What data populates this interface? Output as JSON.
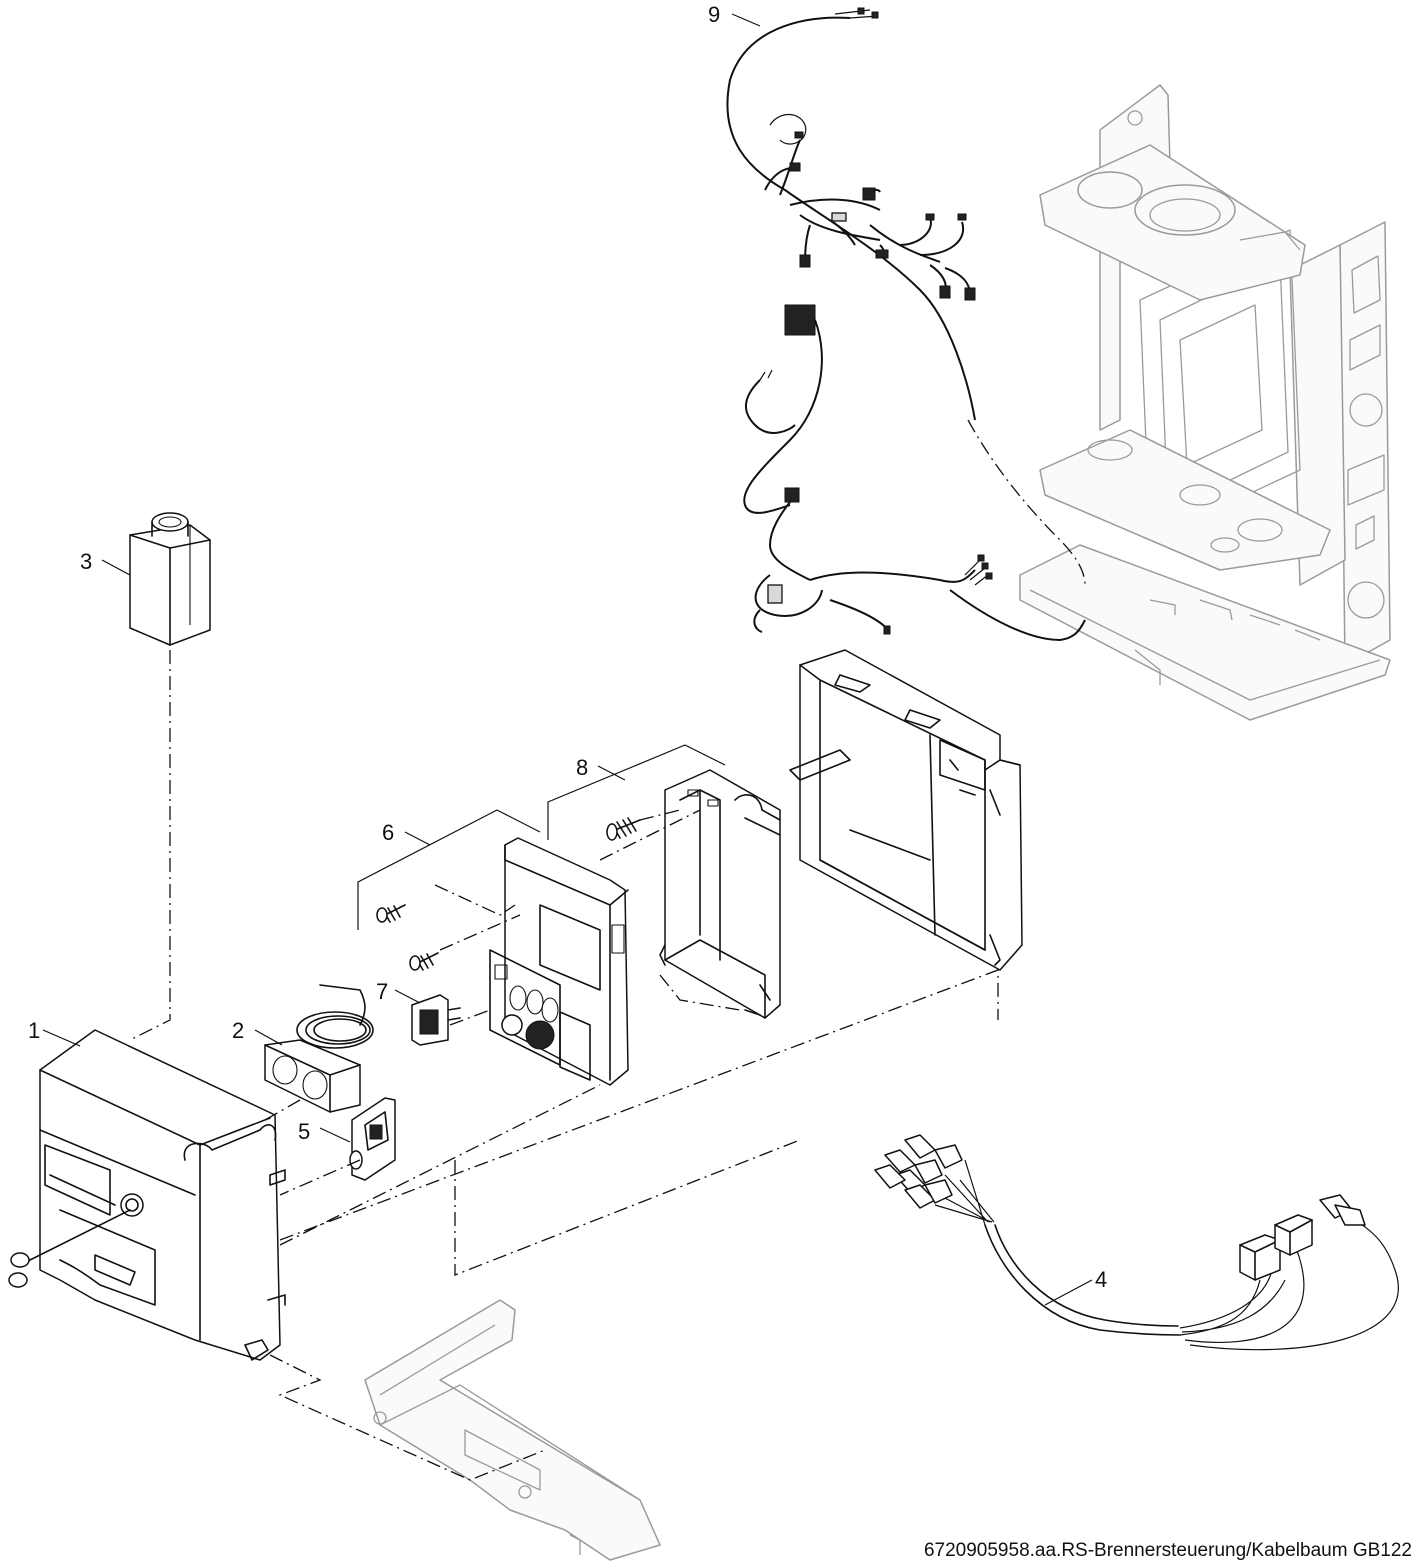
{
  "figure": {
    "reference": "6720905958.aa.RS-Brennersteuerung/Kabelbaum GB122"
  },
  "callouts": [
    {
      "id": "1",
      "label": "1"
    },
    {
      "id": "2",
      "label": "2"
    },
    {
      "id": "3",
      "label": "3"
    },
    {
      "id": "4",
      "label": "4"
    },
    {
      "id": "5",
      "label": "5"
    },
    {
      "id": "6",
      "label": "6"
    },
    {
      "id": "7",
      "label": "7"
    },
    {
      "id": "8",
      "label": "8"
    },
    {
      "id": "9",
      "label": "9"
    }
  ]
}
